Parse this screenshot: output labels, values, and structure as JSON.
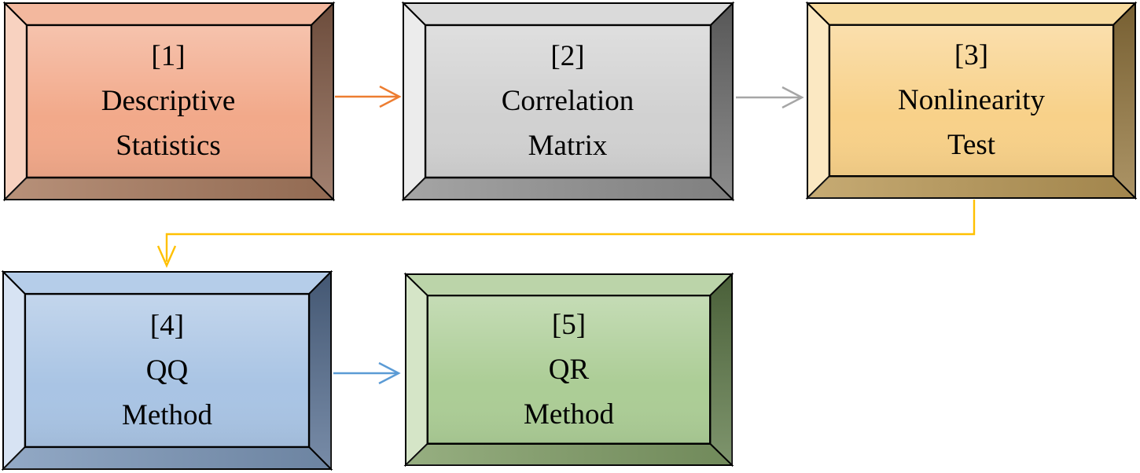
{
  "figure": {
    "type": "flowchart",
    "background": "#ffffff",
    "text_color": "#000000",
    "frame_outline_color": "#000000"
  },
  "boxes": [
    {
      "number": "[1]",
      "line1": "Descriptive",
      "line2": "Statistics",
      "theme": "orange",
      "colors": {
        "panel": "#F2A98A",
        "top": "#F3B89E",
        "left": "#F8D2C0",
        "right": "#8A614C",
        "bottom": "#AA7C60"
      }
    },
    {
      "number": "[2]",
      "line1": "Correlation",
      "line2": "Matrix",
      "theme": "gray",
      "colors": {
        "panel": "#D1D1D1",
        "top": "#DADADA",
        "left": "#ECECEC",
        "right": "#6F6F6F",
        "bottom": "#949494"
      }
    },
    {
      "number": "[3]",
      "line1": "Nonlinearity",
      "line2": "Test",
      "theme": "gold",
      "colors": {
        "panel": "#F8D189",
        "top": "#F7DA9E",
        "left": "#FBE8C2",
        "right": "#97793F",
        "bottom": "#BC9B59"
      }
    },
    {
      "number": "[4]",
      "line1": "QQ",
      "line2": "Method",
      "theme": "blue",
      "colors": {
        "panel": "#A9C4E4",
        "top": "#B5CDE9",
        "left": "#D7E3F3",
        "right": "#566F92",
        "bottom": "#7E99BB"
      }
    },
    {
      "number": "[5]",
      "line1": "QR",
      "line2": "Method",
      "theme": "green",
      "colors": {
        "panel": "#ACCD96",
        "top": "#BBD4A9",
        "left": "#D5E5C7",
        "right": "#5E7A48",
        "bottom": "#83A069"
      }
    }
  ],
  "connectors": [
    {
      "from": "[1] Descriptive Statistics",
      "to": "[2] Correlation Matrix",
      "shape": "straight-right",
      "color": "#ED7D31"
    },
    {
      "from": "[2] Correlation Matrix",
      "to": "[3] Nonlinearity Test",
      "shape": "straight-right",
      "color": "#A6A6A6"
    },
    {
      "from": "[3] Nonlinearity Test",
      "to": "[4] QQ Method",
      "shape": "elbow-down-left-down",
      "color": "#FFC000"
    },
    {
      "from": "[4] QQ Method",
      "to": "[5] QR Method",
      "shape": "straight-right",
      "color": "#5B9BD5"
    }
  ]
}
